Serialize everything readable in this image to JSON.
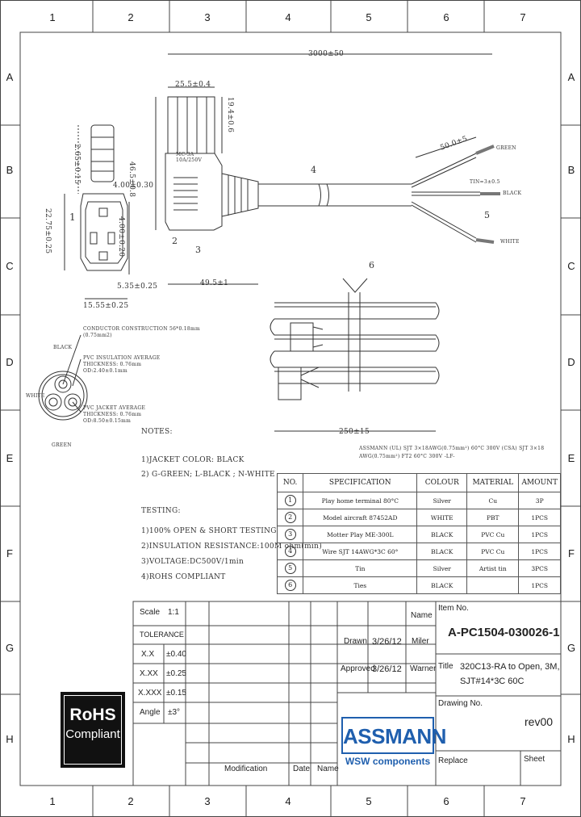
{
  "frame": {
    "columns": [
      "1",
      "2",
      "3",
      "4",
      "5",
      "6",
      "7"
    ],
    "rows": [
      "A",
      "B",
      "C",
      "D",
      "E",
      "F",
      "G",
      "H"
    ]
  },
  "dimensions": {
    "overall_length": "3000±50",
    "plug_width": "25.5±0.4",
    "plug_height": "46.5±0.8",
    "plug_depth": "19.4±0.6",
    "strip_length": "50.0±5",
    "tin_length": "TIN=3±0.5",
    "bend_length": "49.5±1",
    "face_height": "22.75±0.25",
    "face_dim_a": "2.65±0.15",
    "face_dim_b": "4.00±0.30",
    "face_dim_c": "4.00±0.20",
    "face_dim_d": "5.35±0.25",
    "face_width": "15.55±0.25",
    "coil_length": "250±15",
    "plug_label": "MC-3A 10A/250V"
  },
  "balloons": [
    "1",
    "2",
    "3",
    "4",
    "5",
    "6"
  ],
  "wire_labels": {
    "green": "GREEN",
    "black": "BLACK",
    "white": "WHITE"
  },
  "cross_section": {
    "black": "BLACK",
    "white": "WHITE",
    "green": "GREEN",
    "conductor_note": "CONDUCTOR CONSTRUCTION 56*0.18mm",
    "conductor_note2": "(0.75mm2)",
    "insulation_note": "PVC INSULATION AVERAGE",
    "insulation_note2": "THICKNESS: 0.76mm",
    "insulation_note3": "OD:2.40±0.1mm",
    "jacket_note": "PVC JACKET AVERAGE",
    "jacket_note2": "THICKNESS: 0.76mm",
    "jacket_note3": "OD:8.50±0.15mm"
  },
  "cable_marking": "ASSMANN (UL) SJT 3×18AWG(0.75mm²) 60°C 300V (CSA) SJT 3×18",
  "cable_marking2": "AWG(0.75mm²) FT2 60°C 300V -LF-",
  "notes": {
    "title": "NOTES:",
    "line1": "1)JACKET COLOR: BLACK",
    "line2": "2) G-GREEN; L-BLACK ; N-WHITE",
    "testing_title": "TESTING:",
    "test1": "1)100% OPEN & SHORT TESTING",
    "test2": "2)INSULATION RESISTANCE:100M ohm(min)",
    "test3": "3)VOLTAGE:DC500V/1min",
    "test4": "4)ROHS COMPLIANT"
  },
  "bom": {
    "headers": [
      "NO.",
      "SPECIFICATION",
      "COLOUR",
      "MATERIAL",
      "AMOUNT"
    ],
    "rows": [
      {
        "no": "1",
        "spec": "Play home terminal 80°C",
        "colour": "Silver",
        "material": "Cu",
        "amount": "3P"
      },
      {
        "no": "2",
        "spec": "Model aircraft 87452AD",
        "colour": "WHITE",
        "material": "PBT",
        "amount": "1PCS"
      },
      {
        "no": "3",
        "spec": "Motter Play ME-300L",
        "colour": "BLACK",
        "material": "PVC Cu",
        "amount": "1PCS"
      },
      {
        "no": "4",
        "spec": "Wire SJT 14AWG*3C 60°",
        "colour": "BLACK",
        "material": "PVC Cu",
        "amount": "1PCS"
      },
      {
        "no": "5",
        "spec": "Tin",
        "colour": "Silver",
        "material": "Artist tin",
        "amount": "3PCS"
      },
      {
        "no": "6",
        "spec": "Ties",
        "colour": "BLACK",
        "material": "",
        "amount": "1PCS"
      }
    ]
  },
  "title_block": {
    "scale_label": "Scale",
    "scale_value": "1:1",
    "tolerance_label": "TOLERANCE",
    "tol_rows": [
      {
        "k": "X.X",
        "v": "±0.40"
      },
      {
        "k": "X.XX",
        "v": "±0.25"
      },
      {
        "k": "X.XXX",
        "v": "±0.15"
      },
      {
        "k": "Angle",
        "v": "±3°"
      }
    ],
    "name_label": "Name",
    "drawn_label": "Drawn",
    "drawn_date": "3/26/12",
    "drawn_name": "Miler",
    "approved_label": "Approved",
    "approved_date": "3/26/12",
    "approved_name": "Warner",
    "item_no_label": "Item No.",
    "item_no": "A-PC1504-030026-1",
    "title_label": "Title",
    "title_line1": "320C13-RA to Open, 3M,",
    "title_line2": "SJT#14*3C  60C",
    "drawing_no_label": "Drawing No.",
    "rev": "rev00",
    "replace_label": "Replace",
    "sheet_label": "Sheet",
    "modification_label": "Modification",
    "date_label": "Date",
    "name_label2": "Name"
  },
  "rohs": {
    "line1": "RoHS",
    "line2": "Compliant"
  },
  "brand": {
    "name": "ASSMANN",
    "sub": "WSW components",
    "color": "#1f5fae"
  }
}
